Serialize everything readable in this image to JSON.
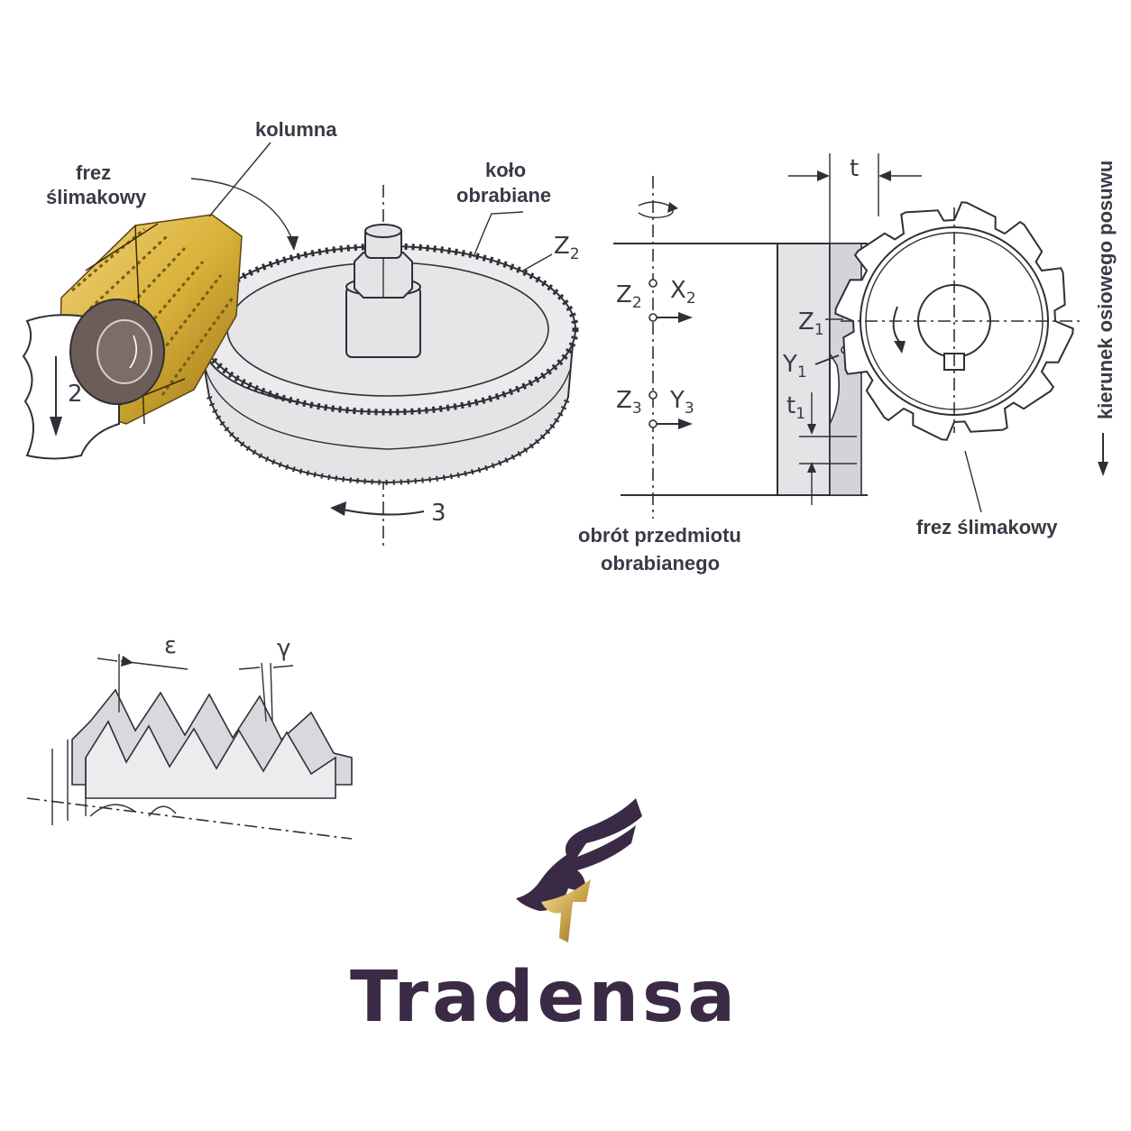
{
  "labels": {
    "kolumna": "kolumna",
    "frez_slimakowy_line1": "frez",
    "frez_slimakowy_line2": "ślimakowy",
    "kolo_line1": "koło",
    "kolo_line2": "obrabiane",
    "z2_gear": "Z",
    "z2_gear_sub": "2",
    "arrow2": "2",
    "arrow3": "3",
    "obrot_line1": "obrót przedmiotu",
    "obrot_line2": "obrabianego",
    "z2": "Z",
    "z2_sub": "2",
    "x2": "X",
    "x2_sub": "2",
    "z3": "Z",
    "z3_sub": "3",
    "y3": "Y",
    "y3_sub": "3",
    "t": "t",
    "z1": "Z",
    "z1_sub": "1",
    "y1": "Y",
    "y1_sub": "1",
    "t1": "t",
    "t1_sub": "1",
    "frez_slimakowy_right": "frez ślimakowy",
    "kierunek": "kierunek osiowego posuwu",
    "epsilon": "ε",
    "gamma": "γ"
  },
  "brand": {
    "name": "Tradensa"
  },
  "colors": {
    "hob_gold": "#d9b23a",
    "hob_gold_dark": "#a87e1c",
    "part_grey": "#e4e4e6",
    "line": "#2f2f38",
    "brand_purple": "#3b2a45",
    "brand_gold": "#c9a24a"
  }
}
